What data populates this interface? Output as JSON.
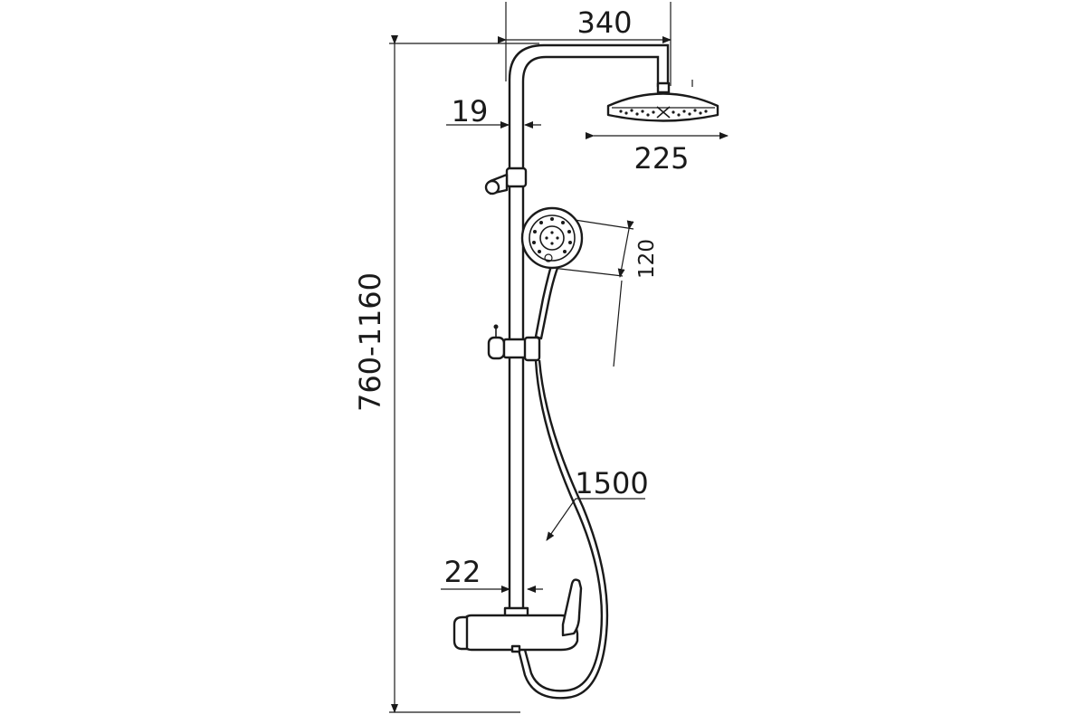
{
  "dimensions": {
    "arm_length": "340",
    "rail_diameter": "19",
    "head_diameter": "225",
    "hand_shower_diameter": "120",
    "height_range": "760-1160",
    "hose_length": "1500",
    "riser_diameter": "22"
  },
  "colors": {
    "line": "#1a1a1a",
    "background": "#ffffff"
  }
}
